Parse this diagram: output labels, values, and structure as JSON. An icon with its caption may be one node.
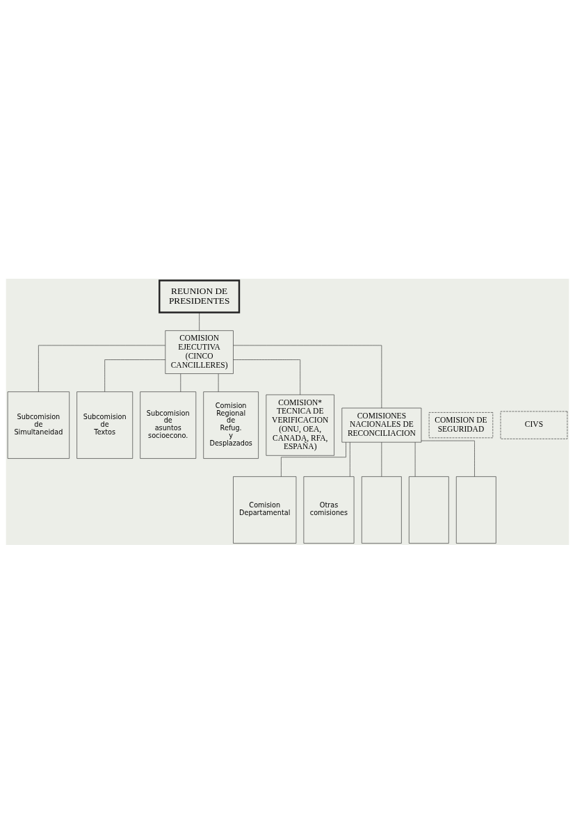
{
  "diagram": {
    "nodes": [
      {
        "text": [
          "REUNION DE PRESIDENTES"
        ]
      },
      {
        "text": [
          "COMISION EJECUTIVA",
          "(CINCO CANCILLERES)"
        ]
      },
      {
        "text": [
          "Subcomision de Simultaneidad"
        ]
      },
      {
        "text": [
          "Subcomision de Textos"
        ]
      },
      {
        "text": [
          "Subcomision de asuntos socioecono."
        ]
      },
      {
        "text": [
          "Comision Regional de Refug. y Desplazados"
        ]
      },
      {
        "text": [
          "COMISION DE SEGURIDAD"
        ]
      },
      {
        "text": [
          "CIVS"
        ]
      },
      {
        "text": [
          "COMISION* TECNICA DE VERIFICACION",
          "(ONU, OEA, CANADA, RFA, ESPAÑA)"
        ]
      },
      {
        "text": [
          "COMISIONES NACIONALES DE RECONCILIACION"
        ]
      },
      {
        "text": [
          "Comision Departamental"
        ]
      },
      {
        "text": [
          "Otras comisiones"
        ]
      },
      {
        "text": [],
        "shape": "box"
      },
      {
        "text": [],
        "shape": "box"
      },
      {
        "text": [],
        "shape": "box"
      }
    ],
    "edges": [
      {
        "from": 0,
        "to": 1,
        "arrow": "none"
      },
      {
        "from": 1,
        "to": 2,
        "arrow": "none"
      },
      {
        "from": 1,
        "to": 3,
        "arrow": "none"
      },
      {
        "from": 1,
        "to": 4,
        "arrow": "none"
      },
      {
        "from": 1,
        "to": 5,
        "arrow": "none"
      },
      {
        "from": 1,
        "to": 8,
        "arrow": "none"
      },
      {
        "from": 1,
        "to": 9,
        "arrow": "none"
      },
      {
        "from": 9,
        "to": 10,
        "arrow": "none"
      },
      {
        "from": 9,
        "to": 11,
        "arrow": "none"
      },
      {
        "from": 9,
        "to": 12,
        "arrow": "none"
      },
      {
        "from": 9,
        "to": 13,
        "arrow": "none"
      },
      {
        "from": 9,
        "to": 14,
        "arrow": "none"
      }
    ]
  }
}
